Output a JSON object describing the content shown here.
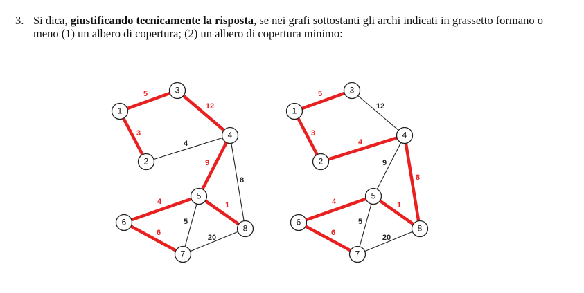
{
  "question": {
    "number": "3.",
    "part1": "Si dica, ",
    "bold": "giustificando tecnicamente la risposta",
    "part2": ", se nei grafi sottostanti gli archi indicati in grassetto formano o meno (1) un albero di copertura; (2) un albero di copertura minimo:"
  },
  "colors": {
    "highlight": "#e8201f",
    "normal": "#222222"
  },
  "graphs": [
    {
      "name": "graph-left",
      "nodes": [
        "1",
        "2",
        "3",
        "4",
        "5",
        "6",
        "7",
        "8"
      ],
      "edges": [
        {
          "from": "1",
          "to": "3",
          "weight": "5",
          "bold": true
        },
        {
          "from": "1",
          "to": "2",
          "weight": "3",
          "bold": true
        },
        {
          "from": "3",
          "to": "4",
          "weight": "12",
          "bold": true
        },
        {
          "from": "2",
          "to": "4",
          "weight": "4",
          "bold": false
        },
        {
          "from": "4",
          "to": "5",
          "weight": "9",
          "bold": true
        },
        {
          "from": "4",
          "to": "8",
          "weight": "8",
          "bold": false
        },
        {
          "from": "5",
          "to": "6",
          "weight": "4",
          "bold": true
        },
        {
          "from": "5",
          "to": "8",
          "weight": "1",
          "bold": true
        },
        {
          "from": "5",
          "to": "7",
          "weight": "5",
          "bold": false
        },
        {
          "from": "6",
          "to": "7",
          "weight": "6",
          "bold": true
        },
        {
          "from": "7",
          "to": "8",
          "weight": "20",
          "bold": false
        }
      ]
    },
    {
      "name": "graph-right",
      "nodes": [
        "1",
        "2",
        "3",
        "4",
        "5",
        "6",
        "7",
        "8"
      ],
      "edges": [
        {
          "from": "1",
          "to": "3",
          "weight": "5",
          "bold": true
        },
        {
          "from": "1",
          "to": "2",
          "weight": "3",
          "bold": true
        },
        {
          "from": "3",
          "to": "4",
          "weight": "12",
          "bold": false
        },
        {
          "from": "2",
          "to": "4",
          "weight": "4",
          "bold": true
        },
        {
          "from": "4",
          "to": "5",
          "weight": "9",
          "bold": false
        },
        {
          "from": "4",
          "to": "8",
          "weight": "8",
          "bold": true
        },
        {
          "from": "5",
          "to": "6",
          "weight": "4",
          "bold": true
        },
        {
          "from": "5",
          "to": "8",
          "weight": "1",
          "bold": true
        },
        {
          "from": "5",
          "to": "7",
          "weight": "5",
          "bold": false
        },
        {
          "from": "6",
          "to": "7",
          "weight": "6",
          "bold": true
        },
        {
          "from": "7",
          "to": "8",
          "weight": "20",
          "bold": false
        }
      ]
    }
  ]
}
